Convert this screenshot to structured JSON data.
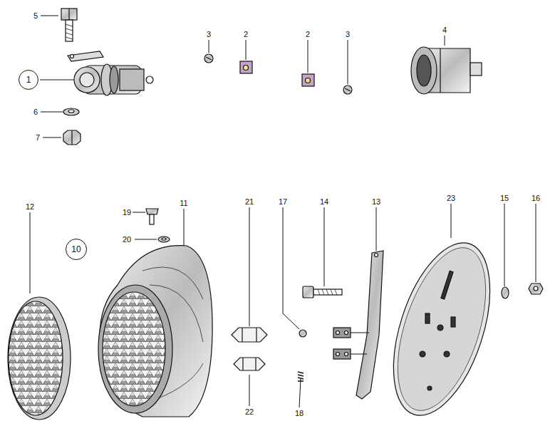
{
  "diagram": {
    "nodes": [
      {
        "text": [
          "1"
        ]
      },
      {
        "text": [
          "10"
        ]
      }
    ],
    "labels": [
      "5",
      "3",
      "2",
      "2",
      "3",
      "4",
      "6",
      "7",
      "12",
      "19",
      "11",
      "21",
      "17",
      "14",
      "13",
      "23",
      "15",
      "16",
      "20",
      "22",
      "18"
    ]
  }
}
